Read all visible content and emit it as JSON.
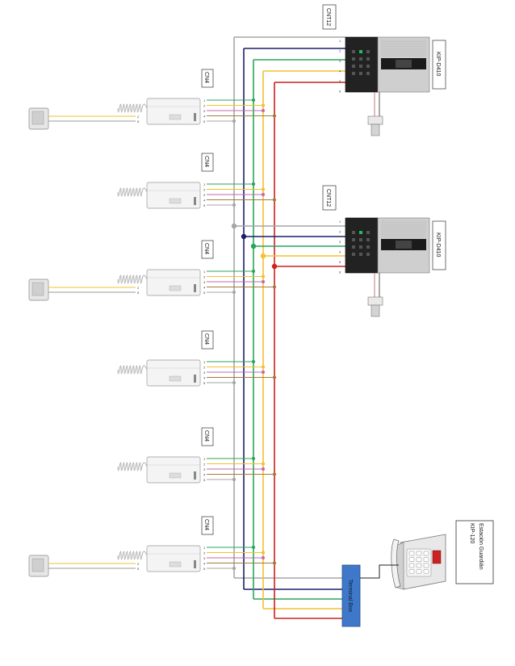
{
  "colors": {
    "gray": "#a6a6a6",
    "navy": "#1a1f6b",
    "green": "#2aa65a",
    "yellow": "#f2c230",
    "red": "#cc2020",
    "magenta": "#c36ab0",
    "brown": "#a47a3c",
    "terminal": "#3f78c9",
    "panel_dark": "#222222",
    "panel_silver": "#cfcfcf"
  },
  "panels": [
    {
      "id": "panel-top",
      "module": "KIP-D410",
      "connector": "CNT12",
      "terminals": [
        "1",
        "2",
        "3",
        "4",
        "5",
        "6"
      ]
    },
    {
      "id": "panel-mid",
      "module": "KIP-D410",
      "connector": "CNT12",
      "terminals": [
        "1",
        "2",
        "3",
        "4",
        "5",
        "6"
      ]
    }
  ],
  "handsets": [
    {
      "connector": "CN4",
      "terminals": [
        "1",
        "2",
        "3",
        "4",
        "5"
      ],
      "has_lock_button": true
    },
    {
      "connector": "CN4",
      "terminals": [
        "1",
        "2",
        "3",
        "4",
        "5"
      ],
      "has_lock_button": false
    },
    {
      "connector": "CN4",
      "terminals": [
        "1",
        "2",
        "3",
        "4",
        "5"
      ],
      "has_lock_button": true
    },
    {
      "connector": "CN4",
      "terminals": [
        "1",
        "2",
        "3",
        "4",
        "5"
      ],
      "has_lock_button": false
    },
    {
      "connector": "CN4",
      "terminals": [
        "1",
        "2",
        "3",
        "4",
        "5"
      ],
      "has_lock_button": false
    },
    {
      "connector": "CN4",
      "terminals": [
        "1",
        "2",
        "3",
        "4",
        "5"
      ],
      "has_lock_button": true
    }
  ],
  "terminal_box": {
    "label": "Terminal Box"
  },
  "guard_station": {
    "model": "KIP-120",
    "name": "Estación Guardián"
  }
}
